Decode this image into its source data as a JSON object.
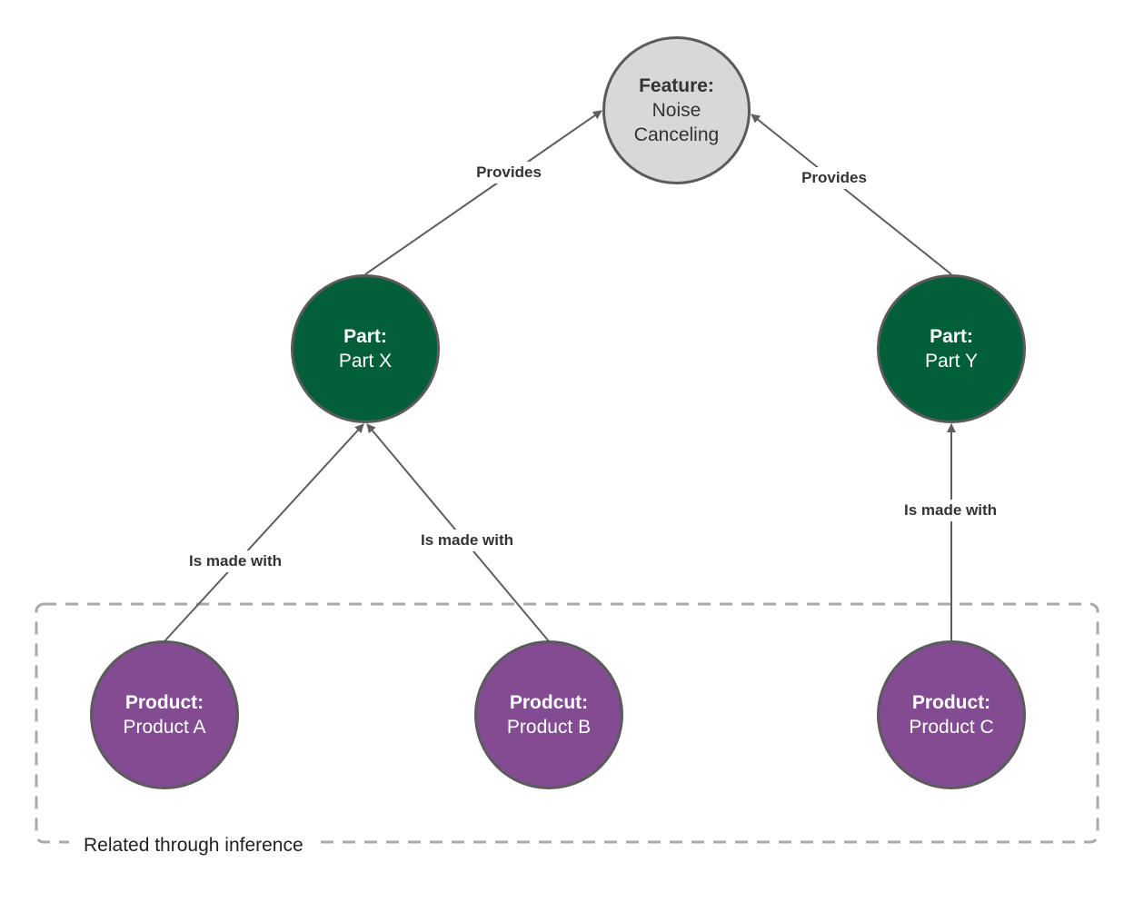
{
  "colors": {
    "feature_fill": "#d8d8d8",
    "part_fill": "#025f3a",
    "product_fill": "#824b92",
    "outline": "#5b5b5b",
    "edge": "#5e5e5e",
    "group_border": "#a9a9a9"
  },
  "nodes": {
    "feature": {
      "kind": "Feature:",
      "name_line1": "Noise",
      "name_line2": "Canceling"
    },
    "part_x": {
      "kind": "Part:",
      "name": "Part X"
    },
    "part_y": {
      "kind": "Part:",
      "name": "Part Y"
    },
    "product_a": {
      "kind": "Product:",
      "name": "Product A"
    },
    "product_b": {
      "kind": "Prodcut:",
      "name": "Product B"
    },
    "product_c": {
      "kind": "Product:",
      "name": "Product C"
    }
  },
  "edges": {
    "part_x_to_feature": "Provides",
    "part_y_to_feature": "Provides",
    "product_a_to_part_x": "Is made with",
    "product_b_to_part_x": "Is made with",
    "product_c_to_part_y": "Is made with"
  },
  "group": {
    "label": "Related through inference"
  }
}
